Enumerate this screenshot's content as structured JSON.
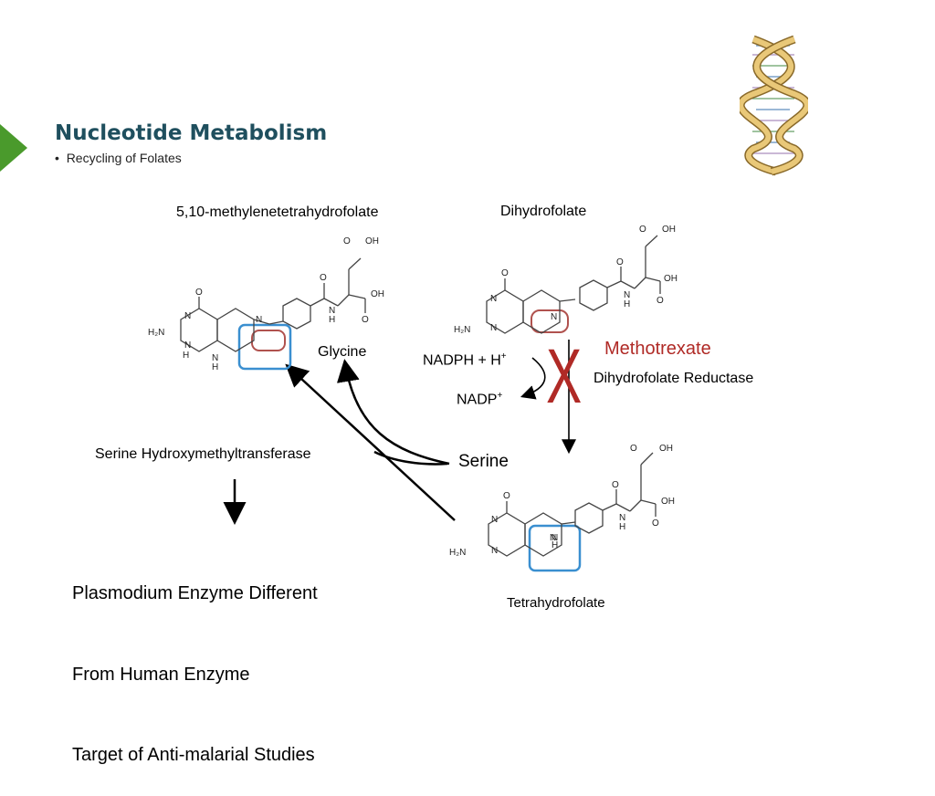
{
  "slide": {
    "title": "Nucleotide Metabolism",
    "bullet": "Recycling of Folates",
    "bullet_marker": "•"
  },
  "labels": {
    "methylene_thf": "5,10-methylenetetrahydrofolate",
    "dihydrofolate": "Dihydrofolate",
    "glycine": "Glycine",
    "nadph": "NADPH + H",
    "nadph_sup": "+",
    "nadp": "NADP",
    "nadp_sup": "+",
    "methotrexate": "Methotrexate",
    "dhfr": "Dihydrofolate Reductase",
    "inhibition_mark": "X",
    "shmt": "Serine Hydroxymethyltransferase",
    "serine": "Serine",
    "thf": "Tetrahydrofolate",
    "note_lines": [
      "Plasmodium Enzyme Different",
      "From Human Enzyme",
      "Target of Anti-malarial Studies"
    ]
  },
  "colors": {
    "title": "#1f4f5e",
    "accent_arrow": "#4a9a2c",
    "inhibitor": "#b02a26",
    "highlight_blue": "#3a8fd0",
    "highlight_red": "#b0524e",
    "dna_outline": "#c8a252"
  },
  "icons": [
    "dna-helix-icon",
    "slide-marker-arrow-icon"
  ]
}
